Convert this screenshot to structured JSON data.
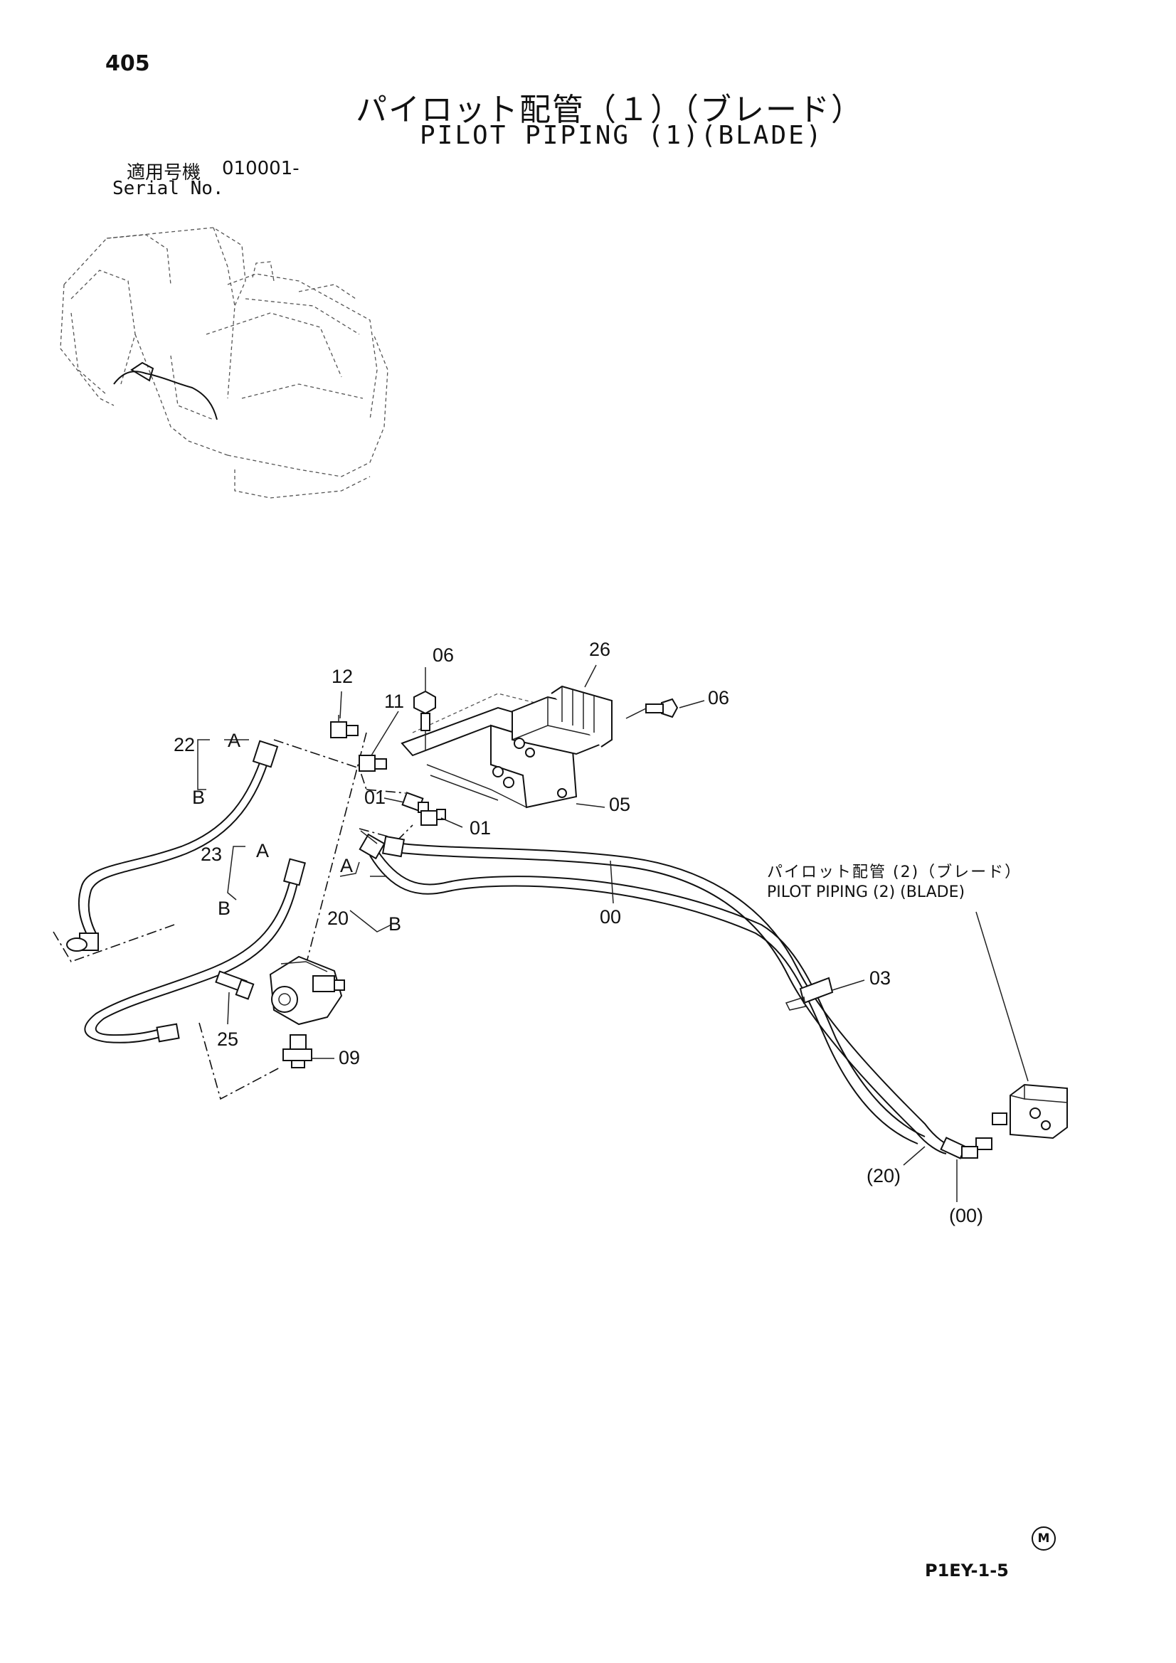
{
  "header": {
    "page_number": "405",
    "title_ja": "パイロット配管（１）（ブレード）",
    "title_en": "PILOT PIPING (1)(BLADE)",
    "serial_label_ja": "適用号機",
    "serial_range": "010001-",
    "serial_label_en": "Serial No."
  },
  "callouts": {
    "c06_top": "06",
    "c26": "26",
    "c06_right": "06",
    "c12": "12",
    "c11": "11",
    "c22": "22",
    "c22_a": "A",
    "c22_b": "B",
    "c01_upper": "01",
    "c01_lower": "01",
    "c05": "05",
    "c23": "23",
    "c23_a": "A",
    "c23_b": "B",
    "c20": "20",
    "c20_a": "A",
    "c20_b": "B",
    "c00": "00",
    "c03": "03",
    "c25": "25",
    "c09": "09",
    "c20_ref": "(20)",
    "c00_ref": "(00)"
  },
  "cross_reference": {
    "text_ja": "パイロット配管 (2)（ブレード）",
    "text_en": "PILOT PIPING (2) (BLADE)"
  },
  "footer": {
    "mark": "M",
    "drawing_code": "P1EY-1-5"
  }
}
